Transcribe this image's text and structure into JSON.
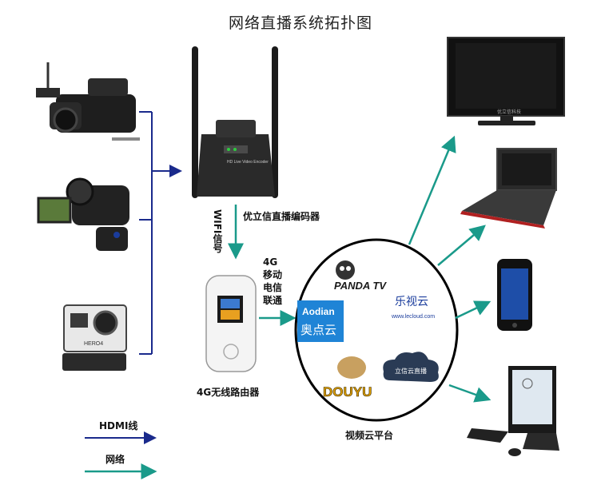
{
  "title": "网络直播系统拓扑图",
  "encoder": {
    "label": "优立信直播编码器",
    "device_text": "HD Live Video Encoder"
  },
  "wifi_label": "WIFI信号",
  "mobile_label": {
    "line1": "4G",
    "line2": "移动",
    "line3": "电信",
    "line4": "联通"
  },
  "router_label": "4G无线路由器",
  "cloud_label": "视频云平台",
  "platforms": {
    "panda": "PANDA TV",
    "aodian_en": "Aodian",
    "aodian_cn": "奥点云",
    "lecloud_cn": "乐视云",
    "lecloud_url": "www.lecloud.com",
    "douyu": "DOUYU",
    "lixin": "立信云直播"
  },
  "tv_brand": "优立信科技",
  "camera_text": "HERO4",
  "legend": {
    "hdmi": "HDMI线",
    "network": "网络"
  },
  "colors": {
    "hdmi_line": "#1a2a8c",
    "network_line": "#1a9a8a"
  }
}
